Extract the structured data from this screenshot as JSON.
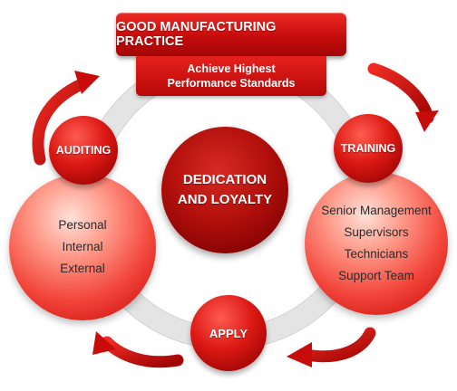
{
  "title": "GOOD MANUFACTURING PRACTICE",
  "subtitle_line1": "Achieve Highest",
  "subtitle_line2": "Performance Standards",
  "center_line1": "DEDICATION",
  "center_line2": "AND LOYALTY",
  "nodes": {
    "auditing": {
      "label": "AUDITING",
      "items": [
        "Personal",
        "Internal",
        "External"
      ]
    },
    "training": {
      "label": "TRAINING",
      "items": [
        "Senior Management",
        "Supervisors",
        "Technicians",
        "Support Team"
      ]
    },
    "apply": {
      "label": "APPLY"
    }
  },
  "colors": {
    "primary_red": "#c10a0a",
    "dark_red": "#8d0505",
    "ring_gray": "#e2e2e2"
  }
}
